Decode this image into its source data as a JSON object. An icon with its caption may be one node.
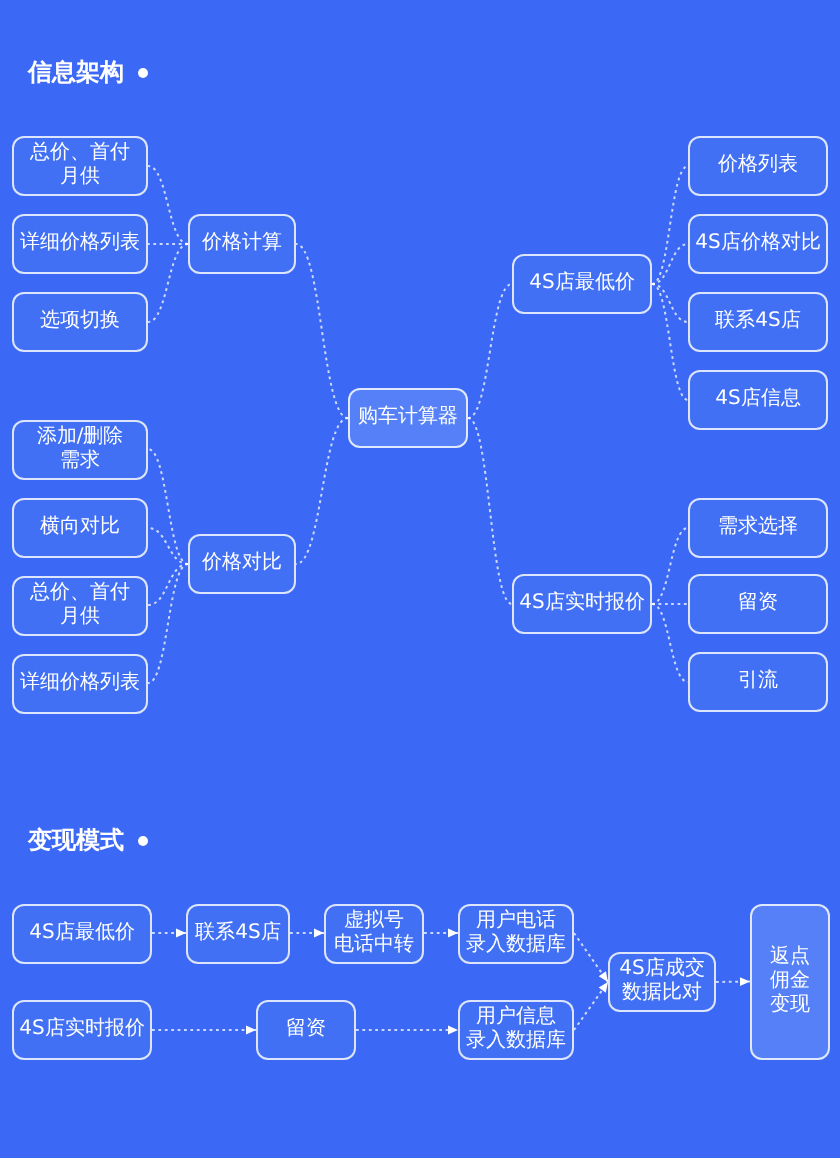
{
  "diagram": {
    "nodes": [
      {
        "text": [
          "购车计算器"
        ]
      },
      {
        "text": [
          "价格计算"
        ]
      },
      {
        "text": [
          "总价、首付月供"
        ]
      },
      {
        "text": [
          "详细价格列表"
        ]
      },
      {
        "text": [
          "选项切换"
        ]
      },
      {
        "text": [
          "价格对比"
        ]
      },
      {
        "text": [
          "添加/删除需求"
        ]
      },
      {
        "text": [
          "横向对比"
        ]
      },
      {
        "text": [
          "总价、首付月供"
        ]
      },
      {
        "text": [
          "详细价格列表"
        ]
      },
      {
        "text": [
          "4S店最低价"
        ]
      },
      {
        "text": [
          "价格列表"
        ]
      },
      {
        "text": [
          "4S店价格对比"
        ]
      },
      {
        "text": [
          "联系4S店"
        ]
      },
      {
        "text": [
          "4S店信息"
        ]
      },
      {
        "text": [
          "4S店实时报价"
        ]
      },
      {
        "text": [
          "需求选择"
        ]
      },
      {
        "text": [
          "留资"
        ]
      },
      {
        "text": [
          "引流"
        ]
      },
      {
        "text": [
          "4S店最低价"
        ]
      },
      {
        "text": [
          "联系4S店"
        ]
      },
      {
        "text": [
          "虚拟号电话中转"
        ]
      },
      {
        "text": [
          "用户电话录入数据库"
        ]
      },
      {
        "text": [
          "4S店成交数据比对"
        ]
      },
      {
        "text": [
          "返点佣金变现"
        ]
      },
      {
        "text": [
          "4S店实时报价"
        ]
      },
      {
        "text": [
          "留资"
        ]
      },
      {
        "text": [
          "用户信息录入数据库"
        ]
      }
    ],
    "edges": [
      {
        "from": 0,
        "to": 1,
        "arrow": "none"
      },
      {
        "from": 1,
        "to": 2,
        "arrow": "none"
      },
      {
        "from": 1,
        "to": 3,
        "arrow": "none"
      },
      {
        "from": 1,
        "to": 4,
        "arrow": "none"
      },
      {
        "from": 0,
        "to": 5,
        "arrow": "none"
      },
      {
        "from": 5,
        "to": 6,
        "arrow": "none"
      },
      {
        "from": 5,
        "to": 7,
        "arrow": "none"
      },
      {
        "from": 5,
        "to": 8,
        "arrow": "none"
      },
      {
        "from": 5,
        "to": 9,
        "arrow": "none"
      },
      {
        "from": 0,
        "to": 10,
        "arrow": "none"
      },
      {
        "from": 10,
        "to": 11,
        "arrow": "none"
      },
      {
        "from": 10,
        "to": 12,
        "arrow": "none"
      },
      {
        "from": 10,
        "to": 13,
        "arrow": "none"
      },
      {
        "from": 10,
        "to": 14,
        "arrow": "none"
      },
      {
        "from": 0,
        "to": 15,
        "arrow": "none"
      },
      {
        "from": 15,
        "to": 16,
        "arrow": "none"
      },
      {
        "from": 15,
        "to": 17,
        "arrow": "none"
      },
      {
        "from": 15,
        "to": 18,
        "arrow": "none"
      },
      {
        "from": 19,
        "to": 20,
        "arrow": "to"
      },
      {
        "from": 20,
        "to": 21,
        "arrow": "to"
      },
      {
        "from": 21,
        "to": 22,
        "arrow": "to"
      },
      {
        "from": 22,
        "to": 23,
        "arrow": "to"
      },
      {
        "from": 25,
        "to": 26,
        "arrow": "to"
      },
      {
        "from": 26,
        "to": 27,
        "arrow": "to"
      },
      {
        "from": 27,
        "to": 23,
        "arrow": "to"
      },
      {
        "from": 23,
        "to": 24,
        "arrow": "to"
      }
    ],
    "labels": [
      "信息架构",
      "变现模式"
    ]
  }
}
